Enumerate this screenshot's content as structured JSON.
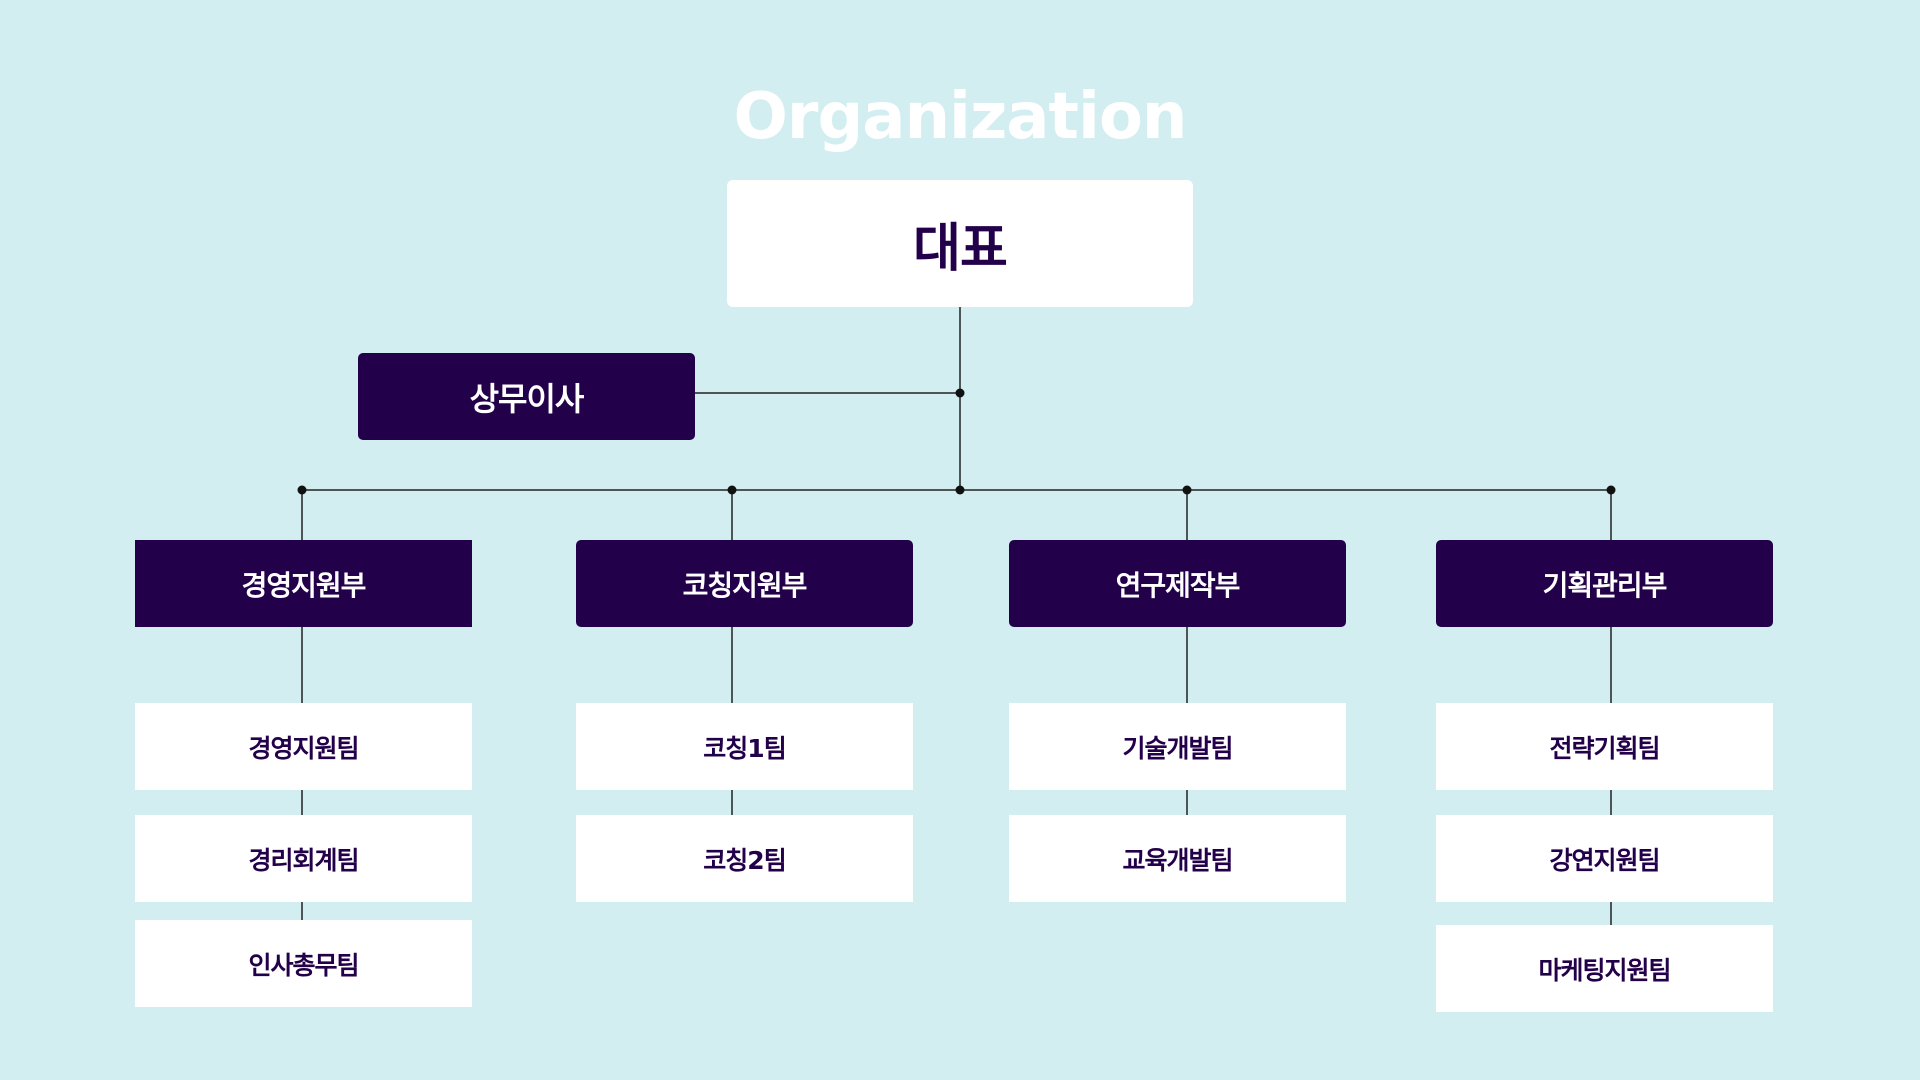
{
  "title": "Organization",
  "ceo": "대표",
  "director": "상무이사",
  "departments": [
    {
      "name": "경영지원부",
      "teams": [
        "경영지원팀",
        "경리회계팀",
        "인사총무팀"
      ]
    },
    {
      "name": "코칭지원부",
      "teams": [
        "코칭1팀",
        "코칭2팀"
      ]
    },
    {
      "name": "연구제작부",
      "teams": [
        "기술개발팀",
        "교육개발팀"
      ]
    },
    {
      "name": "기획관리부",
      "teams": [
        "전략기획팀",
        "강연지원팀",
        "마케팅지원팀"
      ]
    }
  ],
  "colors": {
    "background": "#D2EEF0",
    "dark_box": "#23004A",
    "light_box": "#FFFFFF",
    "line": "#222222"
  }
}
